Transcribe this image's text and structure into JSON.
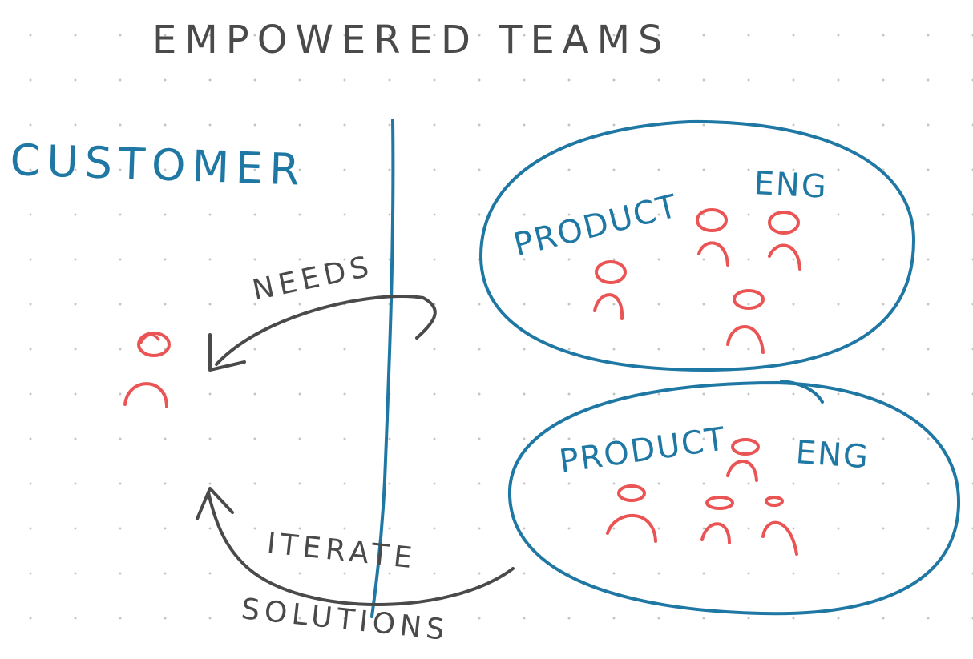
{
  "title": "EMPOWERED TEAMS",
  "customer_label": "CUSTOMER",
  "needs_label": "NEEDS",
  "iterate_label": "ITERATE",
  "solutions_label": "SOLUTIONS",
  "teams": [
    {
      "product_label": "PRODUCT",
      "eng_label": "ENG",
      "member_count": 4
    },
    {
      "product_label": "PRODUCT",
      "eng_label": "ENG",
      "member_count": 4
    }
  ],
  "colors": {
    "ink_dark": "#4a4a4a",
    "ink_blue": "#1f77a4",
    "ink_red": "#ea5454",
    "dot_grid": "#c4c4c4"
  },
  "icons": [
    "person-icon",
    "curved-arrow-icon",
    "divider-line",
    "team-ellipse"
  ]
}
